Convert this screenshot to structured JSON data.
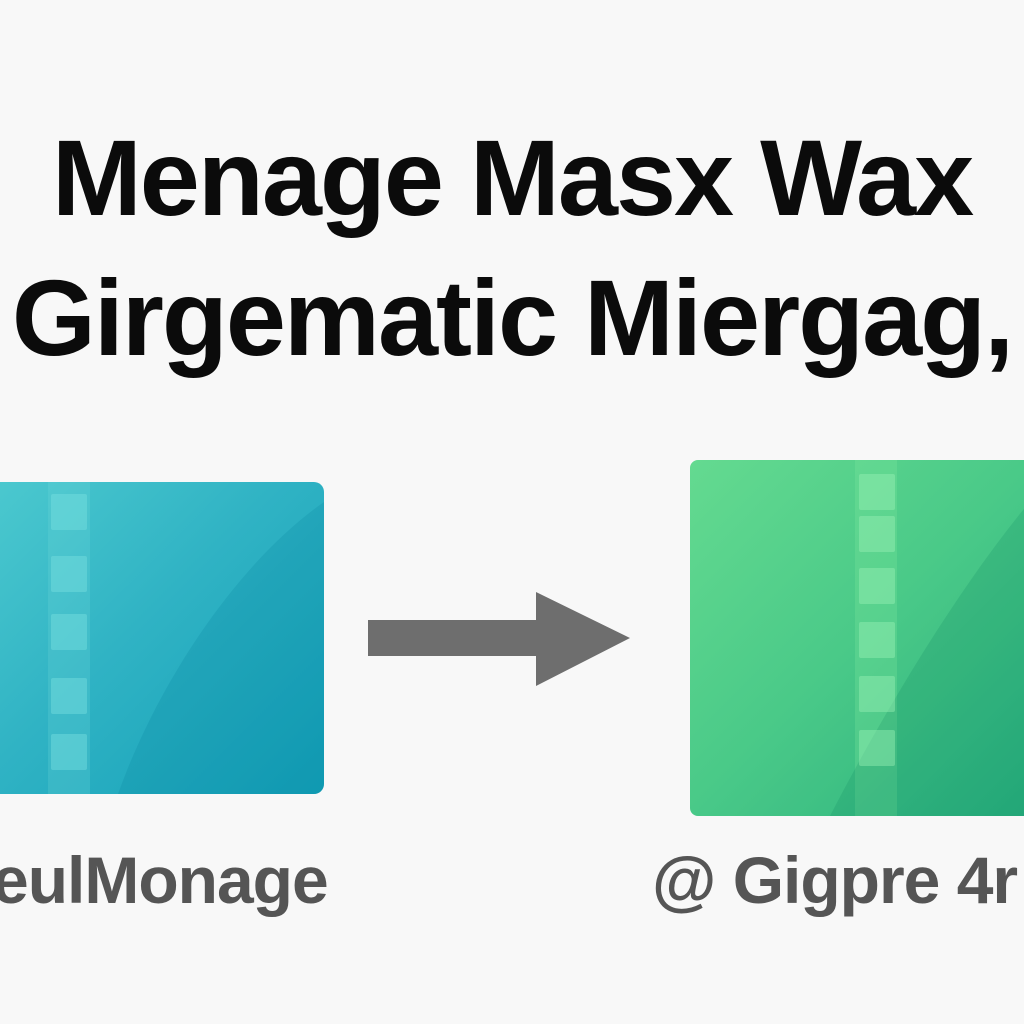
{
  "title": {
    "line1": "Menage Masx Wax",
    "line2": "Girgematic Miergag,"
  },
  "source_panel": {
    "caption": "eulMonage"
  },
  "target_panel": {
    "caption": "@ Gigpre 4r"
  },
  "arrow": {
    "icon": "arrow-right-icon",
    "color": "#6e6e6e"
  },
  "colors": {
    "source_panel": "#2fb3c4",
    "target_panel": "#3fc585",
    "background": "#f8f8f8",
    "title_text": "#0b0b0b",
    "caption_text": "#555555"
  }
}
